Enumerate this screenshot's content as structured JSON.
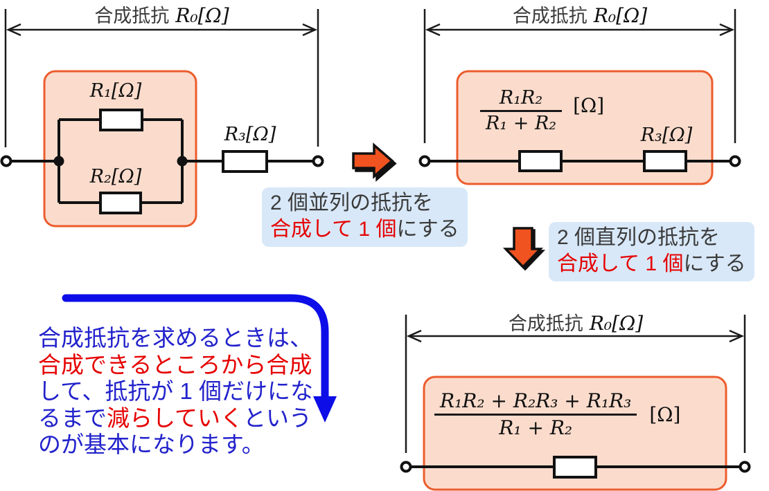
{
  "colors": {
    "highlight_box_fill": "#fbdccc",
    "highlight_box_stroke": "#ec5c2d",
    "block_arrow_orange": "#f0531f",
    "callout_bg": "#d8e8f8",
    "text_dark": "#3a3a3a",
    "text_red": "#e60000",
    "text_blue": "#2222cc",
    "arrow_blue": "#0d0de8",
    "circuit_black": "#111111"
  },
  "diagram1": {
    "title_kanji": "合成抵抗",
    "title_math": "R₀[Ω]",
    "r1_label": "R₁[Ω]",
    "r2_label": "R₂[Ω]",
    "r3_label": "R₃[Ω]"
  },
  "diagram2": {
    "title_kanji": "合成抵抗",
    "title_math": "R₀[Ω]",
    "fraction": {
      "numerator": "R₁R₂",
      "denominator": "R₁ + R₂",
      "unit": "[Ω]"
    },
    "r3_label": "R₃[Ω]"
  },
  "diagram3": {
    "title_kanji": "合成抵抗",
    "title_math": "R₀[Ω]",
    "fraction": {
      "numerator": "R₁R₂ + R₂R₃ + R₁R₃",
      "denominator": "R₁ + R₂",
      "unit": "[Ω]"
    }
  },
  "callout1": {
    "line1": "2 個並列の抵抗を",
    "line2_red": "合成して 1 個",
    "line2_rest": "にする"
  },
  "callout2": {
    "line1": "2 個直列の抵抗を",
    "line2_red": "合成して 1 個",
    "line2_rest": "にする"
  },
  "note": {
    "line1": "合成抵抗を求めるときは、",
    "line2": "合成できるところから合成",
    "line3": "して、抵抗が 1 個だけにな",
    "line4_a": "るまで",
    "line4_b": "減らしていく",
    "line4_c": "という",
    "line5": "のが基本になります。"
  }
}
